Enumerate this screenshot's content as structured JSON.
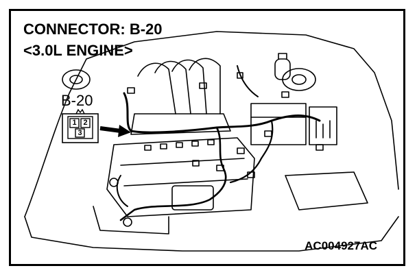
{
  "title": {
    "line1": "CONNECTOR: B-20",
    "line2": "<3.0L ENGINE>"
  },
  "connector": {
    "label": "B-20",
    "pins": [
      "1",
      "2",
      "3"
    ]
  },
  "reference_code": "AC004927AC"
}
